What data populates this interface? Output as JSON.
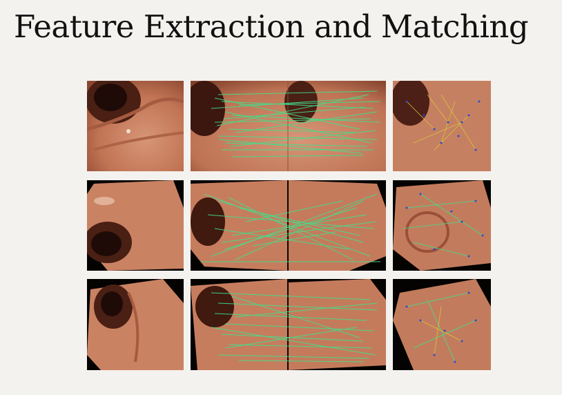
{
  "slide": {
    "title": "Feature Extraction and Matching"
  },
  "grid": {
    "rows": 3,
    "columns": [
      "source-frame",
      "feature-matches",
      "keypoint-flow"
    ]
  },
  "colors": {
    "background": "#f4f2ef",
    "match_line": "#39e08a",
    "tissue": "#c98262",
    "keypoint_blue": "#2a4ad0",
    "keypoint_yellow": "#d8c23a"
  }
}
